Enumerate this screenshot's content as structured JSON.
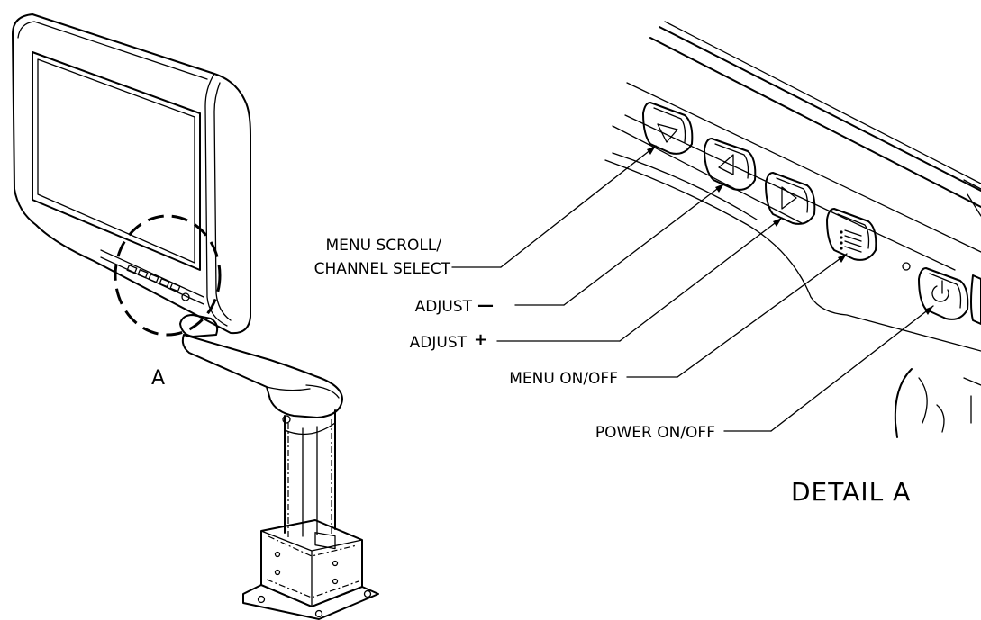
{
  "labels": {
    "menu_scroll_line1": "MENU SCROLL/",
    "menu_scroll_line2": "CHANNEL SELECT",
    "adjust_minus": "ADJUST",
    "minus_sign": "—",
    "adjust_plus": "ADJUST",
    "plus_sign": "+",
    "menu_onoff": "MENU ON/OFF",
    "power_onoff": "POWER ON/OFF",
    "callout_letter": "A",
    "detail_title": "DETAIL A"
  },
  "colors": {
    "ink": "#000000",
    "background": "#ffffff"
  },
  "icons": {
    "menu_scroll_button": "down-triangle-icon",
    "adjust_minus_button": "left-triangle-icon",
    "adjust_plus_button": "right-triangle-icon",
    "menu_button": "menu-lines-icon",
    "power_button": "power-icon"
  }
}
